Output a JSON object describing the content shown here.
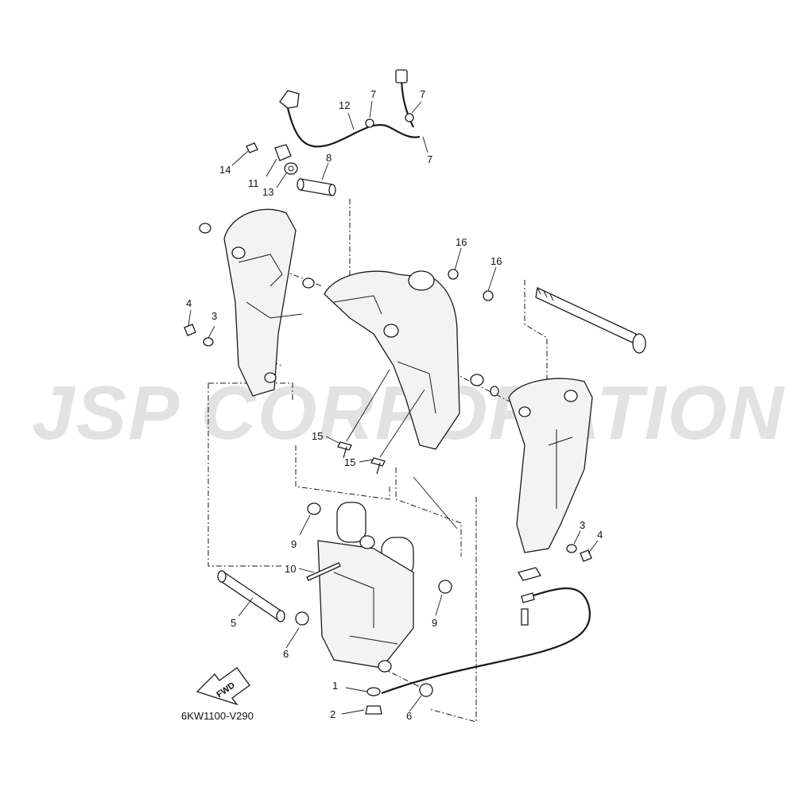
{
  "diagram": {
    "code": "6KW1100-V290",
    "fwd_label": "FWD",
    "watermark": "JSP CORPORATION"
  },
  "callouts": [
    {
      "id": "c1",
      "num": "1"
    },
    {
      "id": "c2",
      "num": "2"
    },
    {
      "id": "c3a",
      "num": "3"
    },
    {
      "id": "c3b",
      "num": "3"
    },
    {
      "id": "c4a",
      "num": "4"
    },
    {
      "id": "c4b",
      "num": "4"
    },
    {
      "id": "c5",
      "num": "5"
    },
    {
      "id": "c6a",
      "num": "6"
    },
    {
      "id": "c6b",
      "num": "6"
    },
    {
      "id": "c7a",
      "num": "7"
    },
    {
      "id": "c7b",
      "num": "7"
    },
    {
      "id": "c7c",
      "num": "7"
    },
    {
      "id": "c8",
      "num": "8"
    },
    {
      "id": "c9a",
      "num": "9"
    },
    {
      "id": "c9b",
      "num": "9"
    },
    {
      "id": "c10",
      "num": "10"
    },
    {
      "id": "c11",
      "num": "11"
    },
    {
      "id": "c12",
      "num": "12"
    },
    {
      "id": "c13",
      "num": "13"
    },
    {
      "id": "c14",
      "num": "14"
    },
    {
      "id": "c15a",
      "num": "15"
    },
    {
      "id": "c15b",
      "num": "15"
    },
    {
      "id": "c16a",
      "num": "16"
    },
    {
      "id": "c16b",
      "num": "16"
    }
  ]
}
